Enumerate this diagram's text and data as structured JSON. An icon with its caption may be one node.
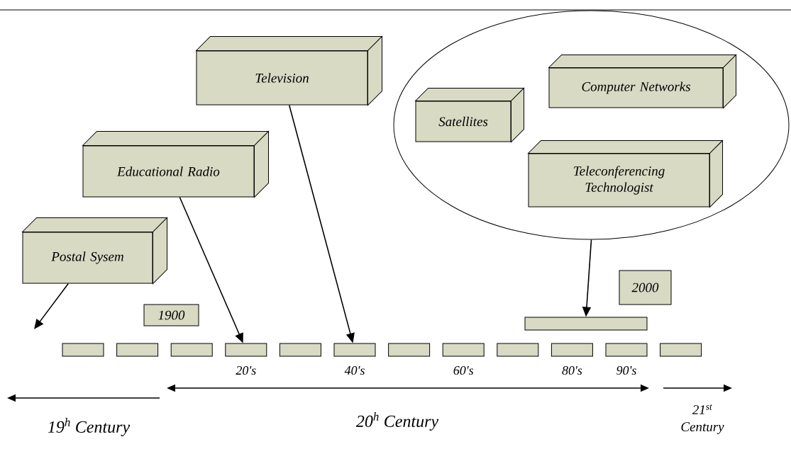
{
  "diagram": {
    "nodes": [
      {
        "text": [
          "Television"
        ]
      },
      {
        "text": [
          "Educational Radio"
        ]
      },
      {
        "text": [
          "Postal Sysem"
        ]
      },
      {
        "text": [],
        "shape": "ellipse"
      },
      {
        "text": [
          "Satellites"
        ],
        "in": 3
      },
      {
        "text": [
          "Computer Networks"
        ],
        "in": 3
      },
      {
        "text": [
          "Teleconferencing Technologist"
        ],
        "in": 3
      },
      {
        "text": [
          "1900"
        ]
      },
      {
        "text": [
          "2000"
        ]
      },
      {
        "text": [],
        "shape": "bar"
      },
      {
        "text": [],
        "shape": "bar"
      },
      {
        "text": [],
        "shape": "bar"
      },
      {
        "text": [],
        "shape": "bar"
      },
      {
        "text": [],
        "shape": "bar",
        "beside": [
          "20's"
        ]
      },
      {
        "text": [],
        "shape": "bar"
      },
      {
        "text": [],
        "shape": "bar",
        "beside": [
          "40's"
        ]
      },
      {
        "text": [],
        "shape": "bar"
      },
      {
        "text": [],
        "shape": "bar",
        "beside": [
          "60's"
        ]
      },
      {
        "text": [],
        "shape": "bar"
      },
      {
        "text": [],
        "shape": "bar",
        "beside": [
          "80's"
        ]
      },
      {
        "text": [],
        "shape": "bar",
        "beside": [
          "90's"
        ]
      },
      {
        "text": [],
        "shape": "bar"
      }
    ],
    "edges": [
      {
        "from": 2,
        "to": null,
        "arrow": "to"
      },
      {
        "from": 1,
        "to": 13,
        "arrow": "to"
      },
      {
        "from": 0,
        "to": 15,
        "arrow": "to"
      },
      {
        "from": 3,
        "to": 9,
        "arrow": "to"
      }
    ],
    "labels": [
      "19$^{h}$ Century",
      "20$^{h}$ Century",
      "21$^{st}$ Century"
    ]
  }
}
